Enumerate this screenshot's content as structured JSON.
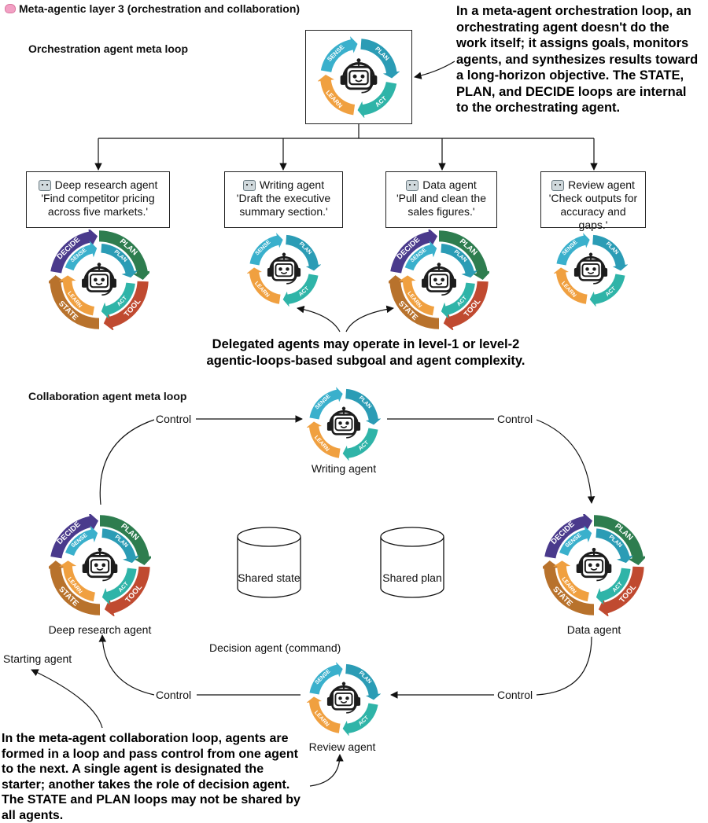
{
  "header": {
    "title": "Meta-agentic layer 3 (orchestration and collaboration)"
  },
  "orchestration": {
    "section_title": "Orchestration agent meta loop",
    "callout": "In a meta-agent orchestration loop, an orchestrating agent doesn't do the work itself; it assigns goals, monitors agents, and synthesizes results toward a long-horizon objective. The STATE, PLAN, and DECIDE loops are internal to the orchestrating agent.",
    "agents": [
      {
        "name": "Deep research agent",
        "task": "'Find competitor pricing across five markets.'"
      },
      {
        "name": "Writing agent",
        "task": "'Draft the executive summary section.'"
      },
      {
        "name": "Data agent",
        "task": "'Pull and clean the sales figures.'"
      },
      {
        "name": "Review agent",
        "task": "'Check outputs for accuracy and gaps.'"
      }
    ],
    "delegation_note": "Delegated agents may operate in level-1 or level-2 agentic-loops-based subgoal and agent complexity."
  },
  "collaboration": {
    "section_title": "Collaboration agent meta loop",
    "control_label": "Control",
    "writing_agent": "Writing agent",
    "deep_research_agent": "Deep research agent",
    "data_agent": "Data agent",
    "review_agent": "Review agent",
    "shared_state": "Shared state",
    "shared_plan": "Shared plan",
    "decision_agent": "Decision agent (command)",
    "starting_agent": "Starting agent",
    "callout": "In the meta-agent collaboration loop, agents are formed in a loop and pass control from one agent to the next. A single agent is designated the starter; another takes the role of decision agent. The STATE and PLAN loops may not be shared by all agents."
  },
  "loop_labels": {
    "sense": "SENSE",
    "plan": "PLAN",
    "act": "ACT",
    "learn": "LEARN",
    "decide": "DECIDE",
    "state": "STATE",
    "tool": "TOOL"
  },
  "colors": {
    "sense": "#3ab0cc",
    "plan_inner": "#2b9cb5",
    "plan_outer": "#2e7d4f",
    "act": "#2fb4a8",
    "learn": "#f0a040",
    "decide": "#4a3a8c",
    "state": "#b8722c",
    "tool": "#c04a30",
    "robot": "#1c1c1c"
  }
}
